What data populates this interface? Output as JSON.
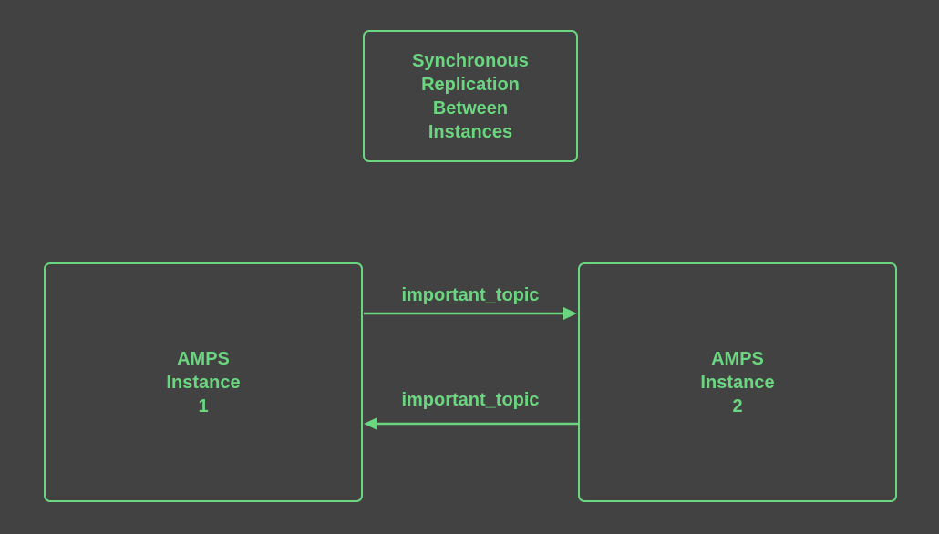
{
  "colors": {
    "background": "#424242",
    "accent": "#6ad67f"
  },
  "title_box": {
    "lines": [
      "Synchronous",
      "Replication",
      "Between",
      "Instances"
    ]
  },
  "instances": [
    {
      "lines": [
        "AMPS",
        "Instance",
        "1"
      ]
    },
    {
      "lines": [
        "AMPS",
        "Instance",
        "2"
      ]
    }
  ],
  "arrows": [
    {
      "label": "important_topic",
      "direction": "instance-1-to-instance-2"
    },
    {
      "label": "important_topic",
      "direction": "instance-2-to-instance-1"
    }
  ]
}
